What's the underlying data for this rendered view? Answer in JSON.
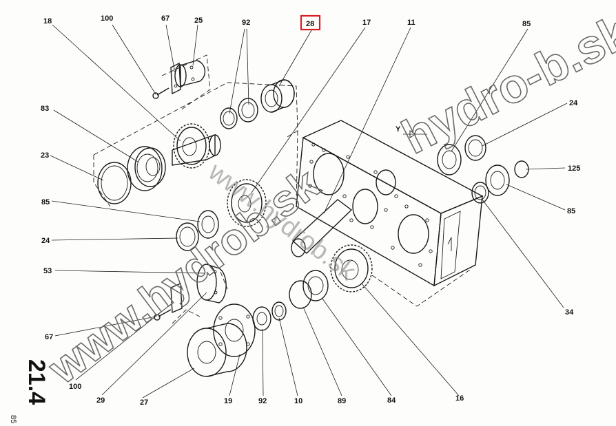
{
  "diagram": {
    "highlighted_label": "28",
    "page_number": "85",
    "figure_number": "21.4",
    "axis_mark": "Y",
    "watermarks": [
      "www.hydrob.sk",
      "hydro-b.sk",
      "www.hydrob.sk"
    ],
    "labels": {
      "p18": "18",
      "p100a": "100",
      "p67a": "67",
      "p25": "25",
      "p92a": "92",
      "p28": "28",
      "p17": "17",
      "p11": "11",
      "p85a": "85",
      "p83": "83",
      "p23": "23",
      "p24a": "24",
      "p125": "125",
      "p85b": "85",
      "p85c": "85",
      "p24b": "24",
      "p53": "53",
      "p34": "34",
      "p67b": "67",
      "p100b": "100",
      "p29": "29",
      "p27": "27",
      "p19": "19",
      "p92b": "92",
      "p10": "10",
      "p89": "89",
      "p84": "84",
      "p16": "16"
    }
  }
}
